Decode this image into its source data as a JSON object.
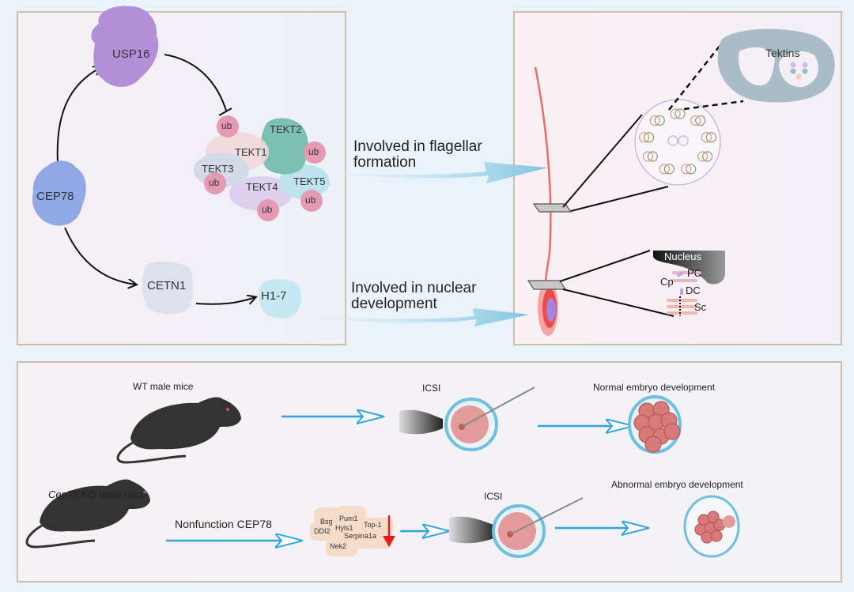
{
  "figure": {
    "panel_a": {
      "proteins": {
        "usp16": "USP16",
        "cep78": "CEP78",
        "cetn1": "CETN1",
        "h1_7": "H1-7"
      },
      "tektins": [
        "TEKT1",
        "TEKT2",
        "TEKT3",
        "TEKT4",
        "TEKT5"
      ],
      "ubiquitin_label": "ub",
      "colors": {
        "usp16": "#b38fd8",
        "cep78": "#8fa8e6",
        "cetn1": "#dde1ee",
        "h1_7": "#c5e8f2",
        "ub": "#e59ab4"
      }
    },
    "flow_labels": {
      "flagellar_line1": "Involved in flagellar",
      "flagellar_line2": "formation",
      "nuclear_line1": "Involved in nuclear",
      "nuclear_line2": "development"
    },
    "panel_b": {
      "tektins_label": "Tektins",
      "nucleus_label": "Nucleus",
      "pc_label": "PC",
      "cp_label": "Cp",
      "dc_label": "DC",
      "sc_label": "Sc"
    },
    "panel_c": {
      "wt_label": "WT male mice",
      "ko_label_italic": "Cep78",
      "ko_label_rest": " KO male mice",
      "icsi_label": "ICSI",
      "normal_label": "Normal embryo development",
      "abnormal_label": "Abnormal embryo development",
      "nonfunction_label": "Nonfunction CEP78",
      "downregulated_genes": [
        "Bsg",
        "Pum1",
        "Top-1",
        "DDI2",
        "Hyls1",
        "Serpina1a",
        "Nek2"
      ],
      "arrow_color": "#2fa4e0",
      "down_arrow_color": "#e81c1c"
    }
  }
}
